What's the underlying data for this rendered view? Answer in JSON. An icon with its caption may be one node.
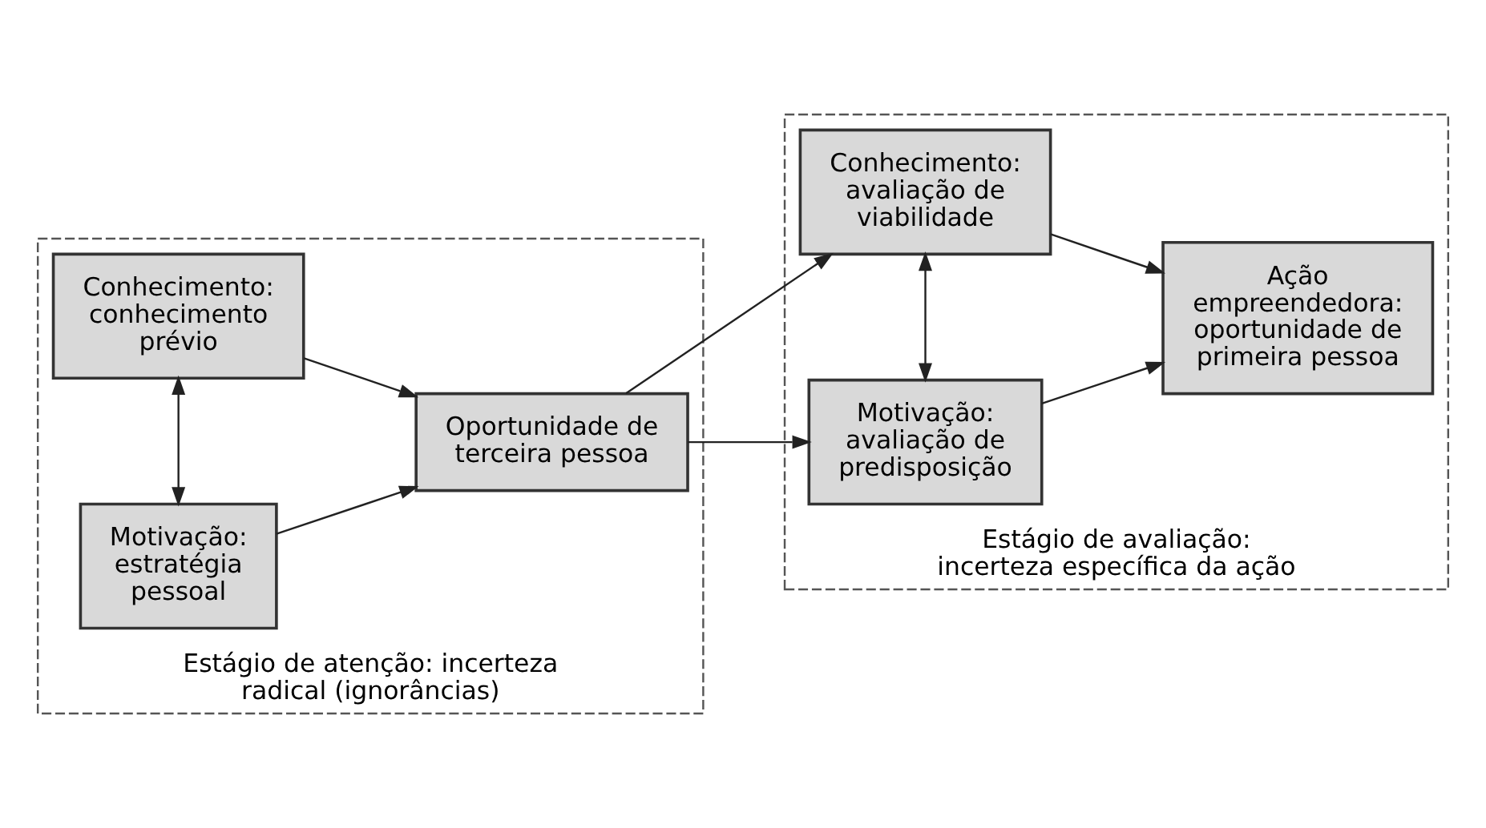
{
  "diagram": {
    "nodes": [
      {
        "text": [
          "Estágio de atenção: incerteza radical (ignorâncias)"
        ]
      },
      {
        "text": [
          "Conhecimento: conhecimento prévio"
        ],
        "in": 0
      },
      {
        "text": [
          "Motivação: estratégia pessoal"
        ],
        "in": 0
      },
      {
        "text": [
          "Oportunidade de terceira pessoa"
        ],
        "in": 0
      },
      {
        "text": [
          "Estágio de avaliação: incerteza específica da ação"
        ]
      },
      {
        "text": [
          "Conhecimento: avaliação de viabilidade"
        ],
        "in": 4
      },
      {
        "text": [
          "Motivação: avaliação de predisposição"
        ],
        "in": 4
      },
      {
        "text": [
          "Ação empreendedora: oportunidade de primeira pessoa"
        ],
        "in": 4
      }
    ],
    "edges": [
      {
        "from": 1,
        "to": 2,
        "arrow": "both"
      },
      {
        "from": 1,
        "to": 3,
        "arrow": "to"
      },
      {
        "from": 2,
        "to": 3,
        "arrow": "to"
      },
      {
        "from": 3,
        "to": 5,
        "arrow": "to"
      },
      {
        "from": 3,
        "to": 6,
        "arrow": "to"
      },
      {
        "from": 5,
        "to": 6,
        "arrow": "both"
      },
      {
        "from": 5,
        "to": 7,
        "arrow": "to"
      },
      {
        "from": 6,
        "to": 7,
        "arrow": "to"
      }
    ]
  }
}
